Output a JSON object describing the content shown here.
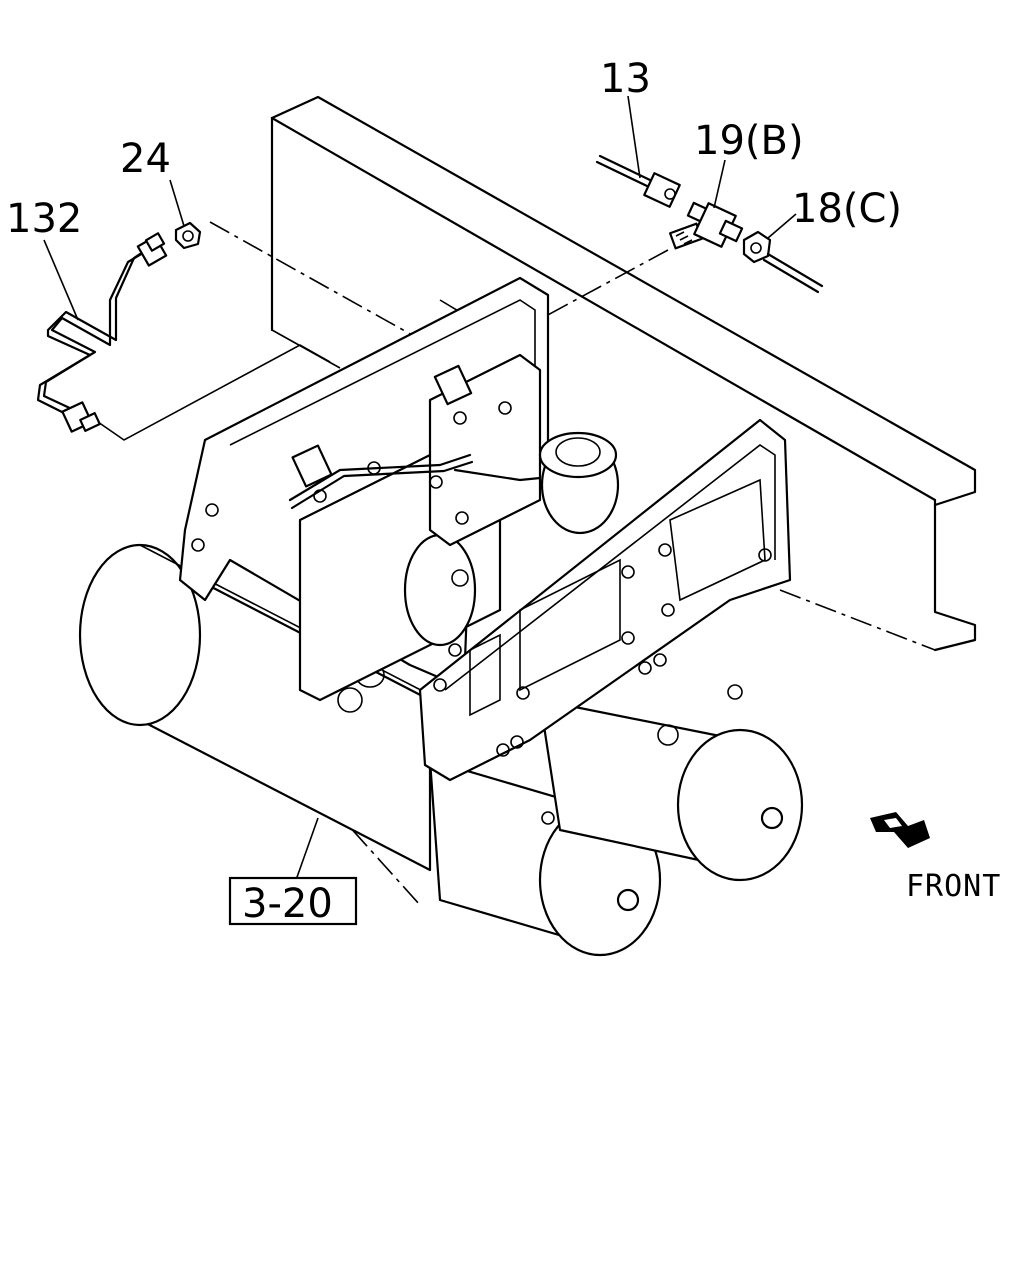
{
  "labels": {
    "part_13": "13",
    "part_19": "19(B)",
    "part_18": "18(C)",
    "part_24": "24",
    "part_132": "132",
    "ref_box": "3-20",
    "front": "FRONT"
  },
  "icons": {
    "direction": "front-arrow-icon"
  },
  "colors": {
    "ink": "#000000",
    "paper": "#ffffff"
  }
}
